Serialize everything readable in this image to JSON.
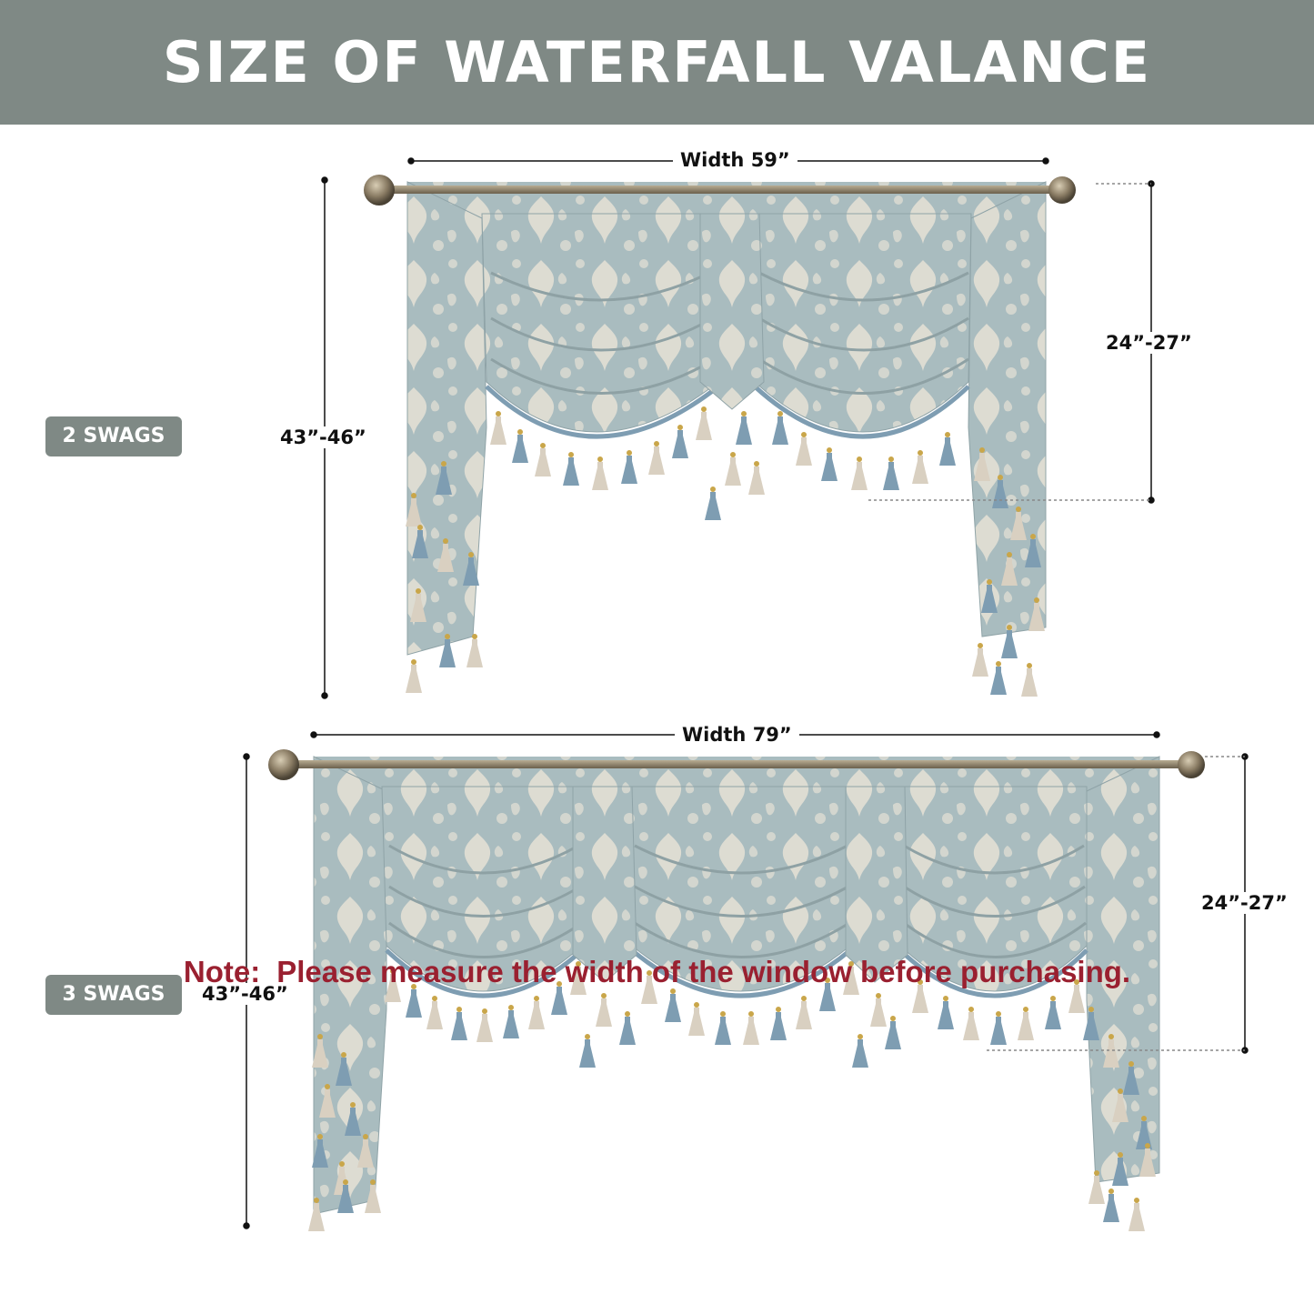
{
  "header": {
    "title": "SIZE OF WATERFALL VALANCE"
  },
  "valance_two": {
    "badge": "2 SWAGS",
    "width_label": "Width 59”",
    "height_label": "43”-46”",
    "drop_label": "24”-27”"
  },
  "valance_three": {
    "badge": "3 SWAGS",
    "width_label": "Width 79”",
    "height_label": "43”-46”",
    "drop_label": "24”-27”"
  },
  "note": {
    "label": "Note:",
    "text": "Please measure the width of the window before purchasing."
  },
  "colors": {
    "header_bg": "#7f8985",
    "fabric": "#a9bcbf",
    "pattern": "#e6e2d6",
    "tassel_blue": "#7e9db2",
    "tassel_cream": "#d9d0c1",
    "rod": "#8a7c64",
    "note_text": "#9a2030"
  }
}
